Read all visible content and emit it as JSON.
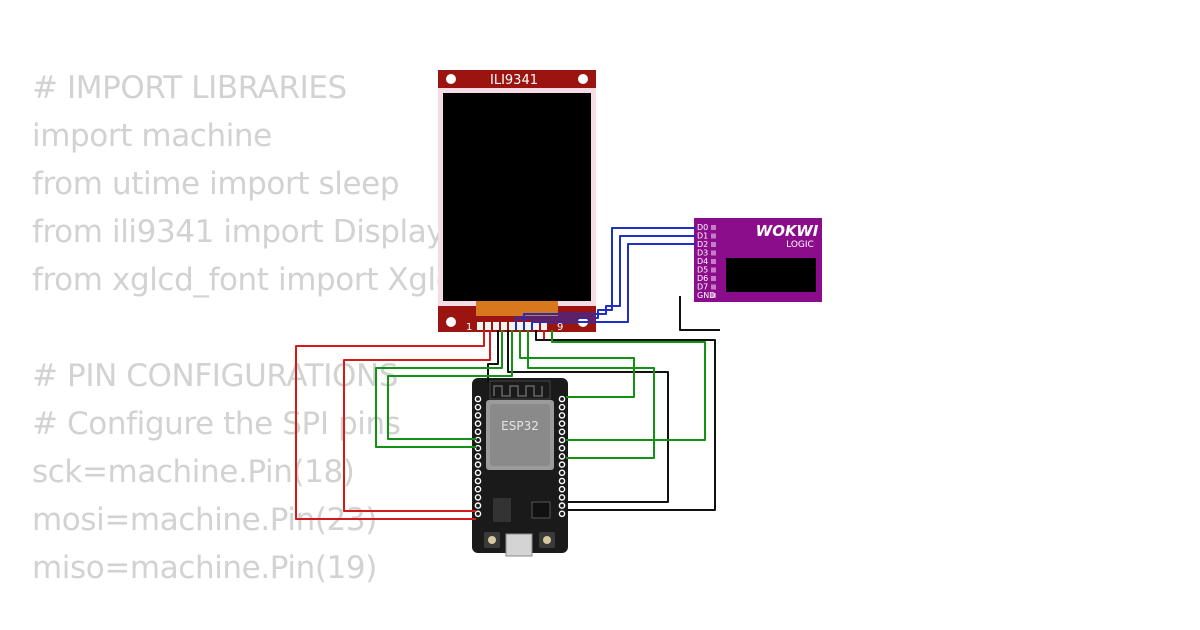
{
  "code_lines": [
    "# IMPORT LIBRARIES",
    "import machine",
    "from utime import sleep",
    "from ili9341 import Display",
    "from xglcd_font import XglcdFont",
    "",
    "# PIN CONFIGURATIONS",
    "# Configure the SPI pins",
    "sck=machine.Pin(18)",
    "mosi=machine.Pin(23)",
    "miso=machine.Pin(19)"
  ],
  "display": {
    "title": "ILI9341",
    "pin_first": "1",
    "pin_last": "9"
  },
  "mcu": {
    "chip_label": "ESP32"
  },
  "logic": {
    "brand": "WOKWI",
    "subtitle": "LOGIC",
    "channels": [
      "D0",
      "D1",
      "D2",
      "D3",
      "D4",
      "D5",
      "D6",
      "D7",
      "GND"
    ]
  },
  "colors": {
    "display_pcb": "#9b140f",
    "esp_board": "#1a1a1a",
    "logic_pcb": "#8c0d8c",
    "wire_red": "#d51a1a",
    "wire_green": "#129112",
    "wire_blue": "#1e2fc7",
    "wire_black": "#111111",
    "code_text": "#d2d2d2"
  }
}
